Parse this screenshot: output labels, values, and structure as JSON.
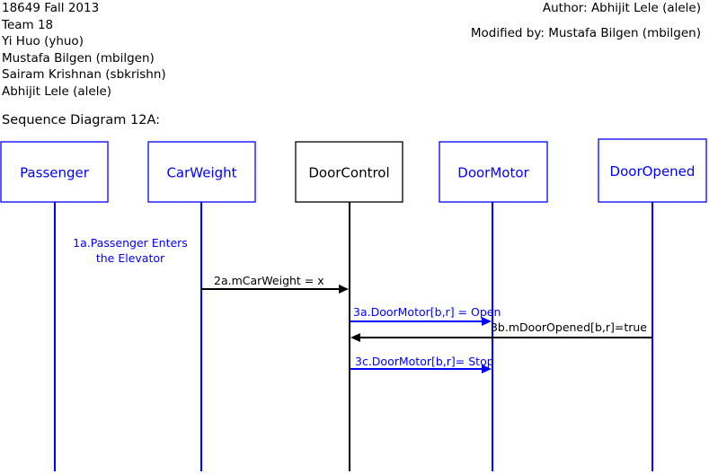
{
  "header": {
    "lines": [
      "18649  Fall 2013",
      "Team 18",
      "Yi Huo (yhuo)",
      "Mustafa Bilgen (mbilgen)",
      "Sairam Krishnan (sbkrishn)",
      "Abhijit Lele (alele)"
    ],
    "author": "Author: Abhijit Lele (alele)",
    "modified": "Modified by: Mustafa Bilgen (mbilgen)"
  },
  "diagram_title": "Sequence Diagram 12A:",
  "colors": {
    "blue": "#0000ff",
    "black": "#000000"
  },
  "participants": [
    {
      "id": "passenger",
      "label": "Passenger",
      "color": "#0000ff"
    },
    {
      "id": "carweight",
      "label": "CarWeight",
      "color": "#0000ff"
    },
    {
      "id": "doorcontrol",
      "label": "DoorControl",
      "color": "#000000"
    },
    {
      "id": "doormotor",
      "label": "DoorMotor",
      "color": "#0000ff"
    },
    {
      "id": "dooropened",
      "label": "DoorOpened",
      "color": "#0000ff"
    }
  ],
  "notes": [
    {
      "lines": [
        "1a.Passenger Enters",
        "the Elevator"
      ],
      "color": "#0000ff"
    }
  ],
  "messages": [
    {
      "label": "2a.mCarWeight = x",
      "from": "carweight",
      "to": "doorcontrol",
      "color": "#000000"
    },
    {
      "label": "3a.DoorMotor[b,r] = Open",
      "from": "doorcontrol",
      "to": "doormotor",
      "color": "#0000ff"
    },
    {
      "label": "3b.mDoorOpened[b,r]=true",
      "from": "dooropened",
      "to": "doorcontrol",
      "color": "#000000"
    },
    {
      "label": "3c.DoorMotor[b,r]= Stop",
      "from": "doorcontrol",
      "to": "doormotor",
      "color": "#0000ff"
    }
  ]
}
